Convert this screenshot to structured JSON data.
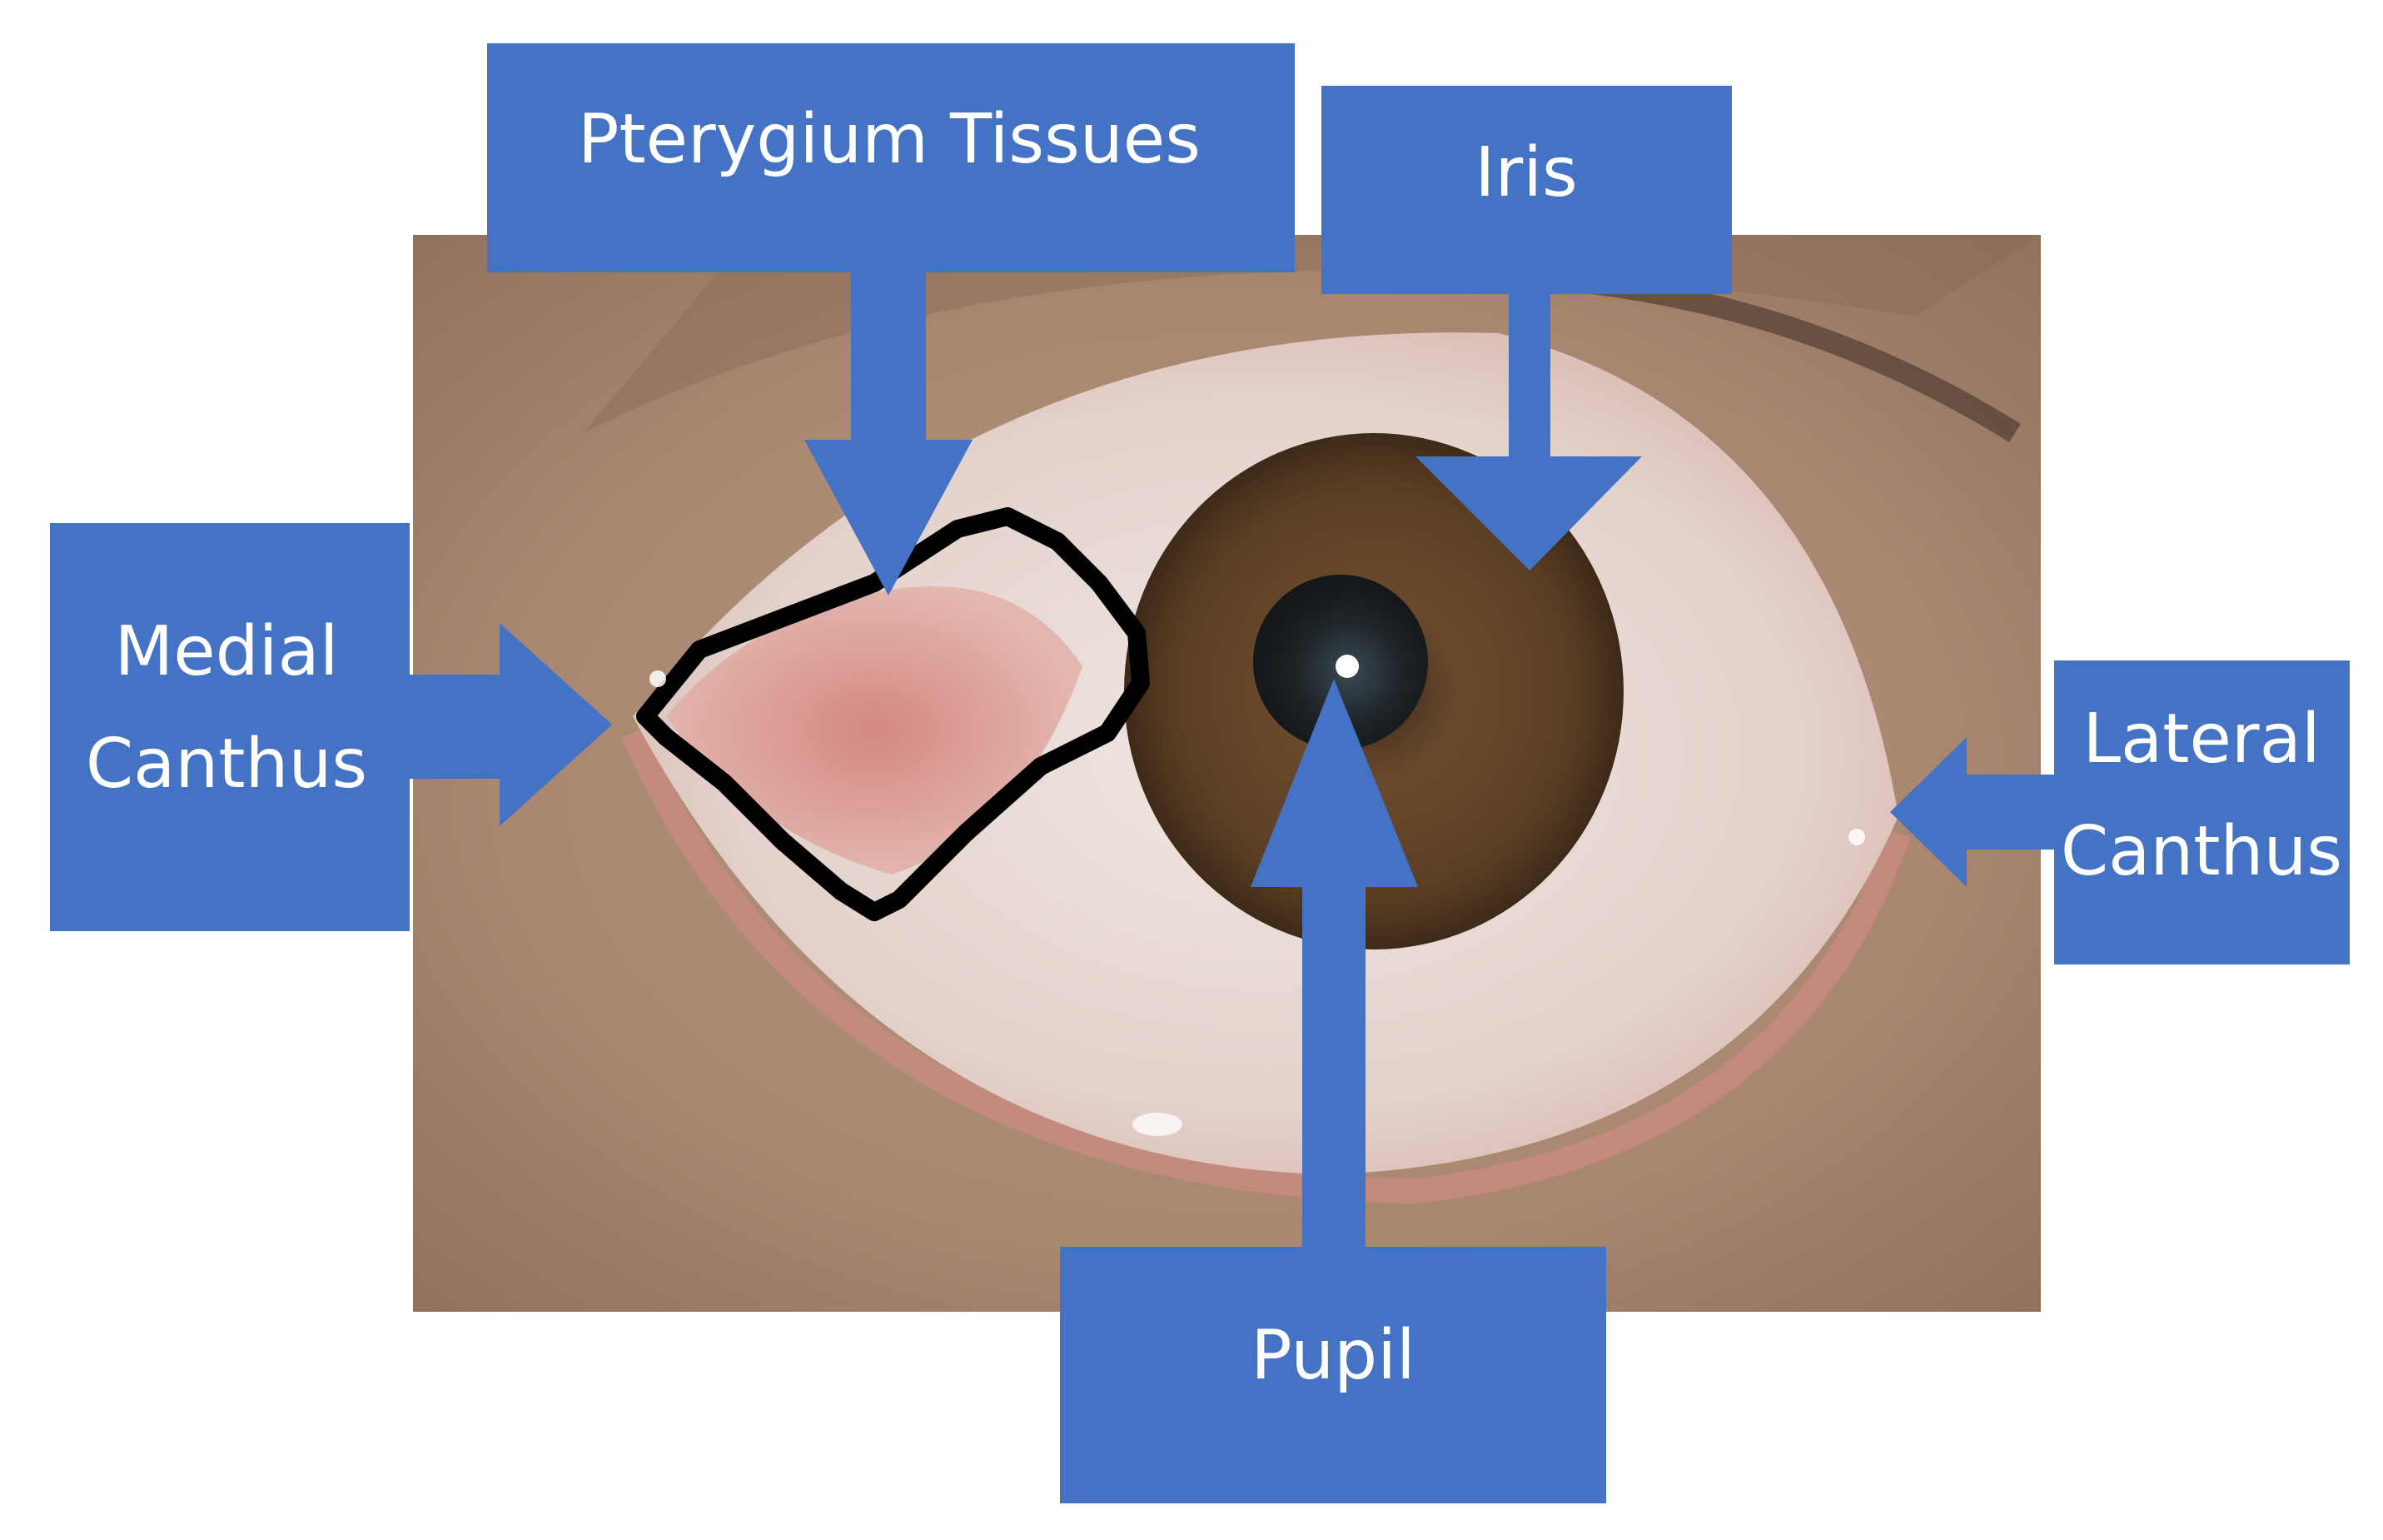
{
  "labels": {
    "pterygium": "Pterygium Tissues",
    "iris": "Iris",
    "medial_line1": "Medial",
    "medial_line2": "Canthus",
    "lateral_line1": "Lateral",
    "lateral_line2": "Canthus",
    "pupil": "Pupil"
  },
  "colors": {
    "label_box": "#4472c4",
    "label_text": "#ffffff",
    "outline": "#000000"
  }
}
